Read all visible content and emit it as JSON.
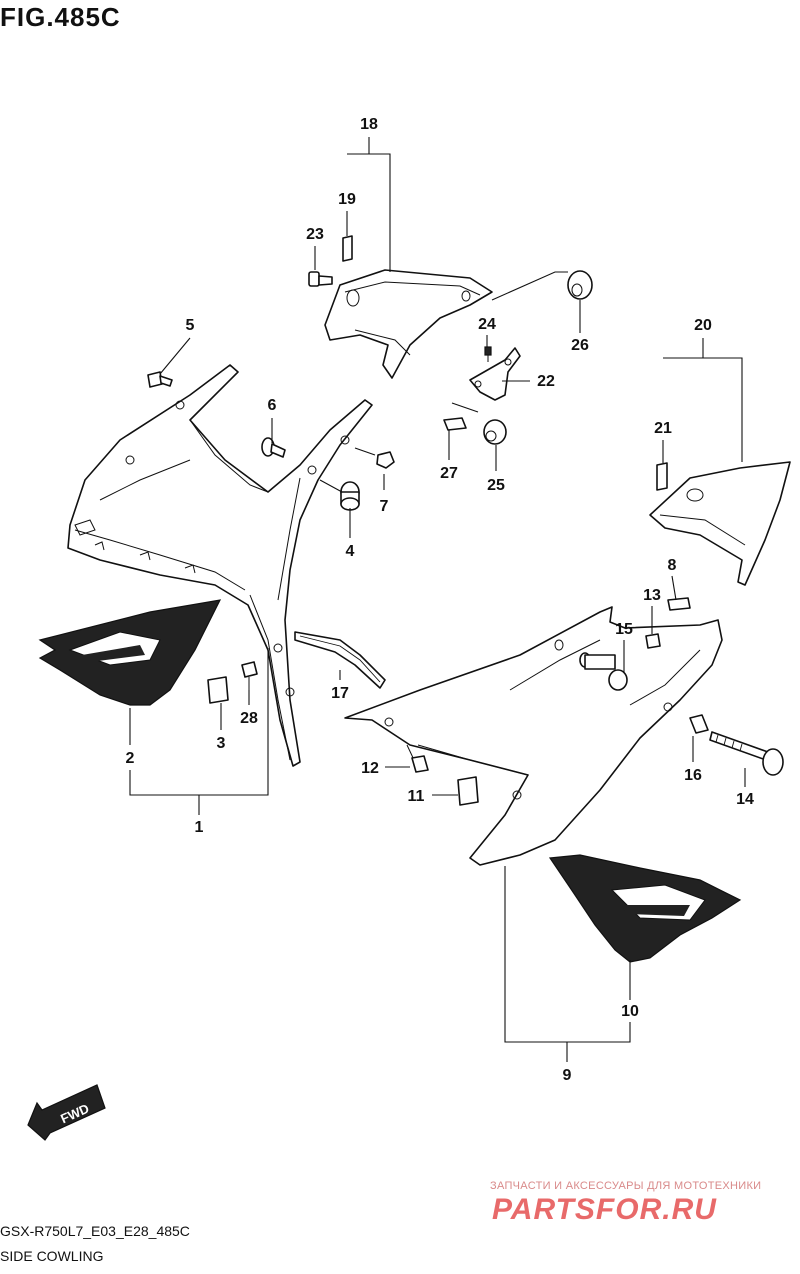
{
  "title": "FIG.485C",
  "footer": {
    "model_code": "GSX-R750L7_E03_E28_485C",
    "section_name": "SIDE COWLING"
  },
  "watermark": {
    "tagline": "ЗАПЧАСТИ И АКСЕССУАРЫ ДЛЯ МОТОТЕХНИКИ",
    "logo": "PARTSFOR.RU"
  },
  "direction_badge": "FWD",
  "callouts": {
    "c1": "1",
    "c2": "2",
    "c3": "3",
    "c4": "4",
    "c5": "5",
    "c6": "6",
    "c7": "7",
    "c8": "8",
    "c9": "9",
    "c10": "10",
    "c11": "11",
    "c12": "12",
    "c13": "13",
    "c14": "14",
    "c15": "15",
    "c16": "16",
    "c17": "17",
    "c18": "18",
    "c19": "19",
    "c20": "20",
    "c21": "21",
    "c22": "22",
    "c23": "23",
    "c24": "24",
    "c25": "25",
    "c26": "26",
    "c27": "27",
    "c28": "28"
  },
  "colors": {
    "line": "#111111",
    "watermark": "#e86a6a"
  },
  "icons": [
    "fwd-arrow-icon"
  ]
}
